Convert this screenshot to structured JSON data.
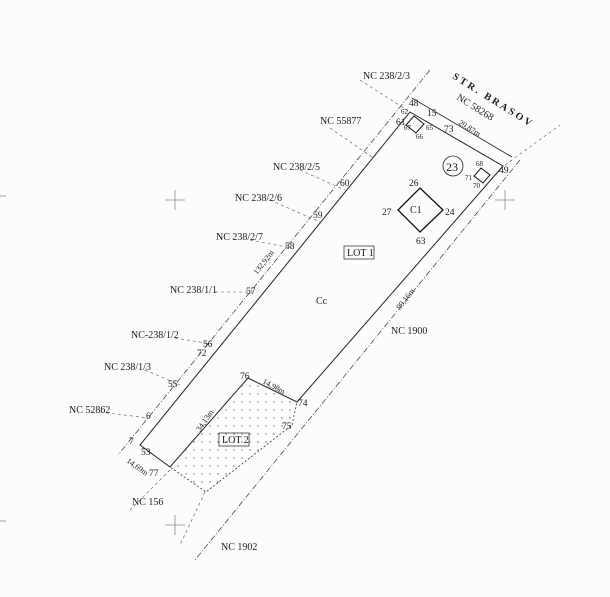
{
  "street": {
    "name": "STR. BRASOV",
    "nc": "NC 58268",
    "frontage": "29,87m"
  },
  "neighbors": {
    "n1": "NC 238/2/3",
    "n2": "NC 55877",
    "n3": "NC 238/2/5",
    "n4": "NC 238/2/6",
    "n5": "NC 238/2/7",
    "n6": "NC 238/1/1",
    "n7": "NC-238/1/2",
    "n8": "NC 238/1/3",
    "n9": "NC 52862",
    "n10": "NC 156",
    "n11": "NC 1902",
    "n12": "NC 1900"
  },
  "lots": {
    "lot1": "LOT 1",
    "lot1_use": "Cc",
    "lot2": "LOT 2",
    "building": "C1",
    "circle_no": "23"
  },
  "dimensions": {
    "left": "132,92m",
    "right": "99,16m",
    "lot2_side": "34,13m",
    "lot2_top": "14,98m",
    "bottom": "14,69m"
  },
  "points": {
    "p48": "48",
    "p62": "62",
    "p15": "15",
    "p61": "61",
    "p67": "67",
    "p65": "65",
    "p73": "73",
    "p66": "66",
    "p60": "60",
    "p59": "59",
    "p58": "58",
    "p57": "57",
    "p56": "56",
    "p72": "72",
    "p55": "55",
    "p6": "6",
    "p7": "7",
    "p53": "53",
    "p77": "77",
    "p76": "76",
    "p74": "74",
    "p75": "75",
    "p26": "26",
    "p27": "27",
    "p24": "24",
    "p63": "63",
    "p49": "49",
    "p68": "68",
    "p71": "71",
    "p70": "70"
  }
}
